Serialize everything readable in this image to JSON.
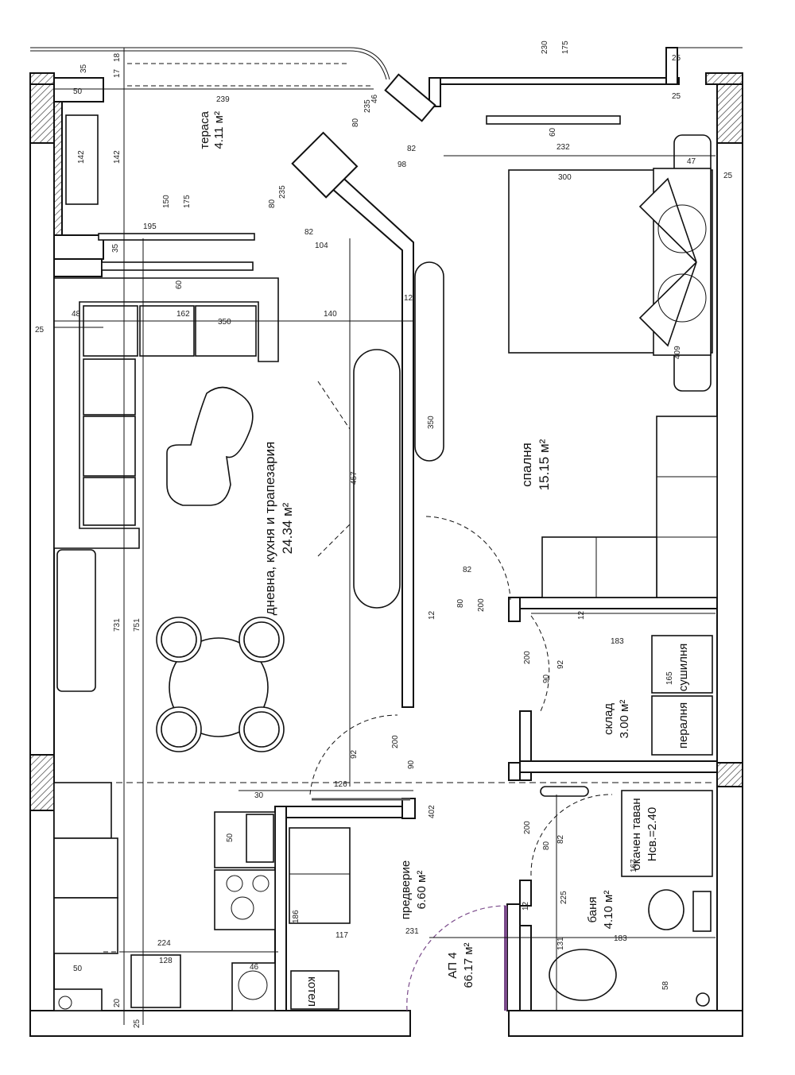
{
  "rooms": {
    "terrace": {
      "name": "тераса",
      "area": "4.11 м²"
    },
    "bedroom": {
      "name": "спалня",
      "area": "15.15 м²"
    },
    "living": {
      "name": "дневна, кухня и трапезария",
      "area": "24.34 м²"
    },
    "storage": {
      "name": "склад",
      "area": "3.00 м²"
    },
    "hall": {
      "name": "предверие",
      "area": "6.60 м²"
    },
    "bath": {
      "name": "баня",
      "area": "4.10 м²"
    },
    "apartment": {
      "name": "АП 4",
      "area": "66.17 м²"
    }
  },
  "labels": {
    "dryer": "сушилня",
    "washer": "пералня",
    "boiler": "котел",
    "ceiling_line1": "окачен таван",
    "ceiling_line2": "Нсв.=2.40"
  },
  "dims": {
    "d230": "230",
    "d175a": "175",
    "d35a": "35",
    "d18": "18",
    "d17": "17",
    "d50a": "50",
    "d239": "239",
    "d46a": "46",
    "d235": "235",
    "d80a": "80",
    "d142a": "142",
    "d142b": "142",
    "d150": "150",
    "d175b": "175",
    "d80b": "80",
    "d235b": "235",
    "d195": "195",
    "d82a": "82",
    "d104": "104",
    "d35b": "35",
    "d60a": "60",
    "d48": "48",
    "d162": "162",
    "d350a": "350",
    "d140": "140",
    "d25a": "25",
    "d457": "457",
    "d350b": "350",
    "d232": "232",
    "d60b": "60",
    "d300": "300",
    "d47": "47",
    "d25b": "25",
    "d25c": "25",
    "d25d": "25",
    "d409": "409",
    "d82b": "82",
    "d98": "98",
    "d12a": "12",
    "d731": "731",
    "d751": "751",
    "d82c": "82",
    "d80c": "80",
    "d200a": "200",
    "d12b": "12",
    "d12c": "12",
    "d183a": "183",
    "d200b": "200",
    "d90a": "90",
    "d92a": "92",
    "d165": "165",
    "d200c": "200",
    "d90b": "90",
    "d126": "126",
    "d30": "30",
    "d92b": "92",
    "d402": "402",
    "d50b": "50",
    "d200d": "200",
    "d80d": "80",
    "d82d": "82",
    "d225": "225",
    "d167": "167",
    "d186": "186",
    "d231": "231",
    "d224": "224",
    "d117": "117",
    "d128": "128",
    "d46b": "46",
    "d50c": "50",
    "d20": "20",
    "d25e": "25",
    "d131": "131",
    "d183b": "183",
    "d58": "58",
    "d12d": "12"
  }
}
